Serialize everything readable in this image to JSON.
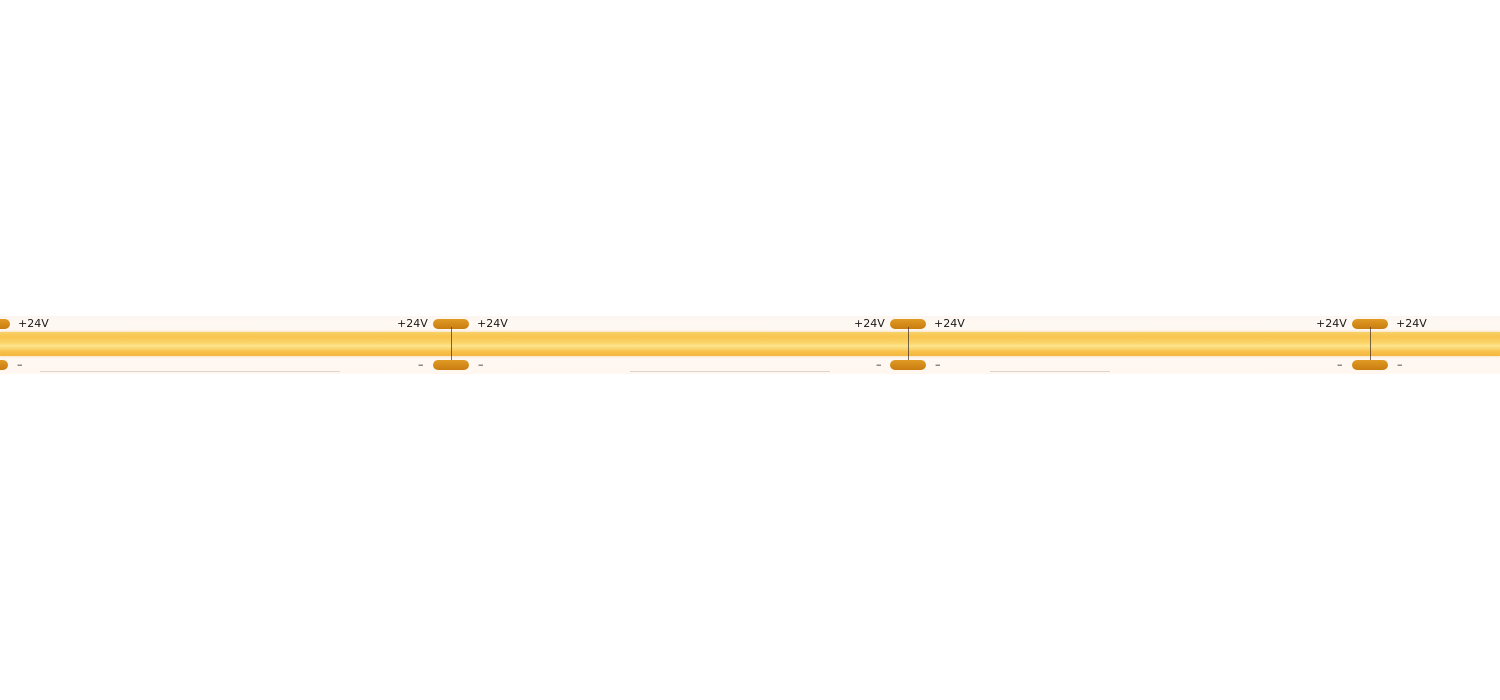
{
  "image": {
    "subject": "COB LED strip segment",
    "colors": {
      "background": "#ffffff",
      "led_band": "#f8c44e",
      "solder_pad": "#d68a18",
      "label_text": "#1a1a1a"
    }
  },
  "strip": {
    "labels": {
      "positive": "+24V",
      "negative": "–"
    },
    "cut_points": [
      {
        "left_pos": "+24V",
        "right_pos": "+24V",
        "left_neg": "–",
        "right_neg": "–"
      },
      {
        "left_pos": "+24V",
        "right_pos": "+24V",
        "left_neg": "–",
        "right_neg": "–"
      },
      {
        "left_pos": "+24V",
        "right_pos": "+24V",
        "left_neg": "–",
        "right_neg": "–"
      }
    ],
    "edge_start": {
      "pos": "+24V",
      "neg": "–"
    }
  }
}
